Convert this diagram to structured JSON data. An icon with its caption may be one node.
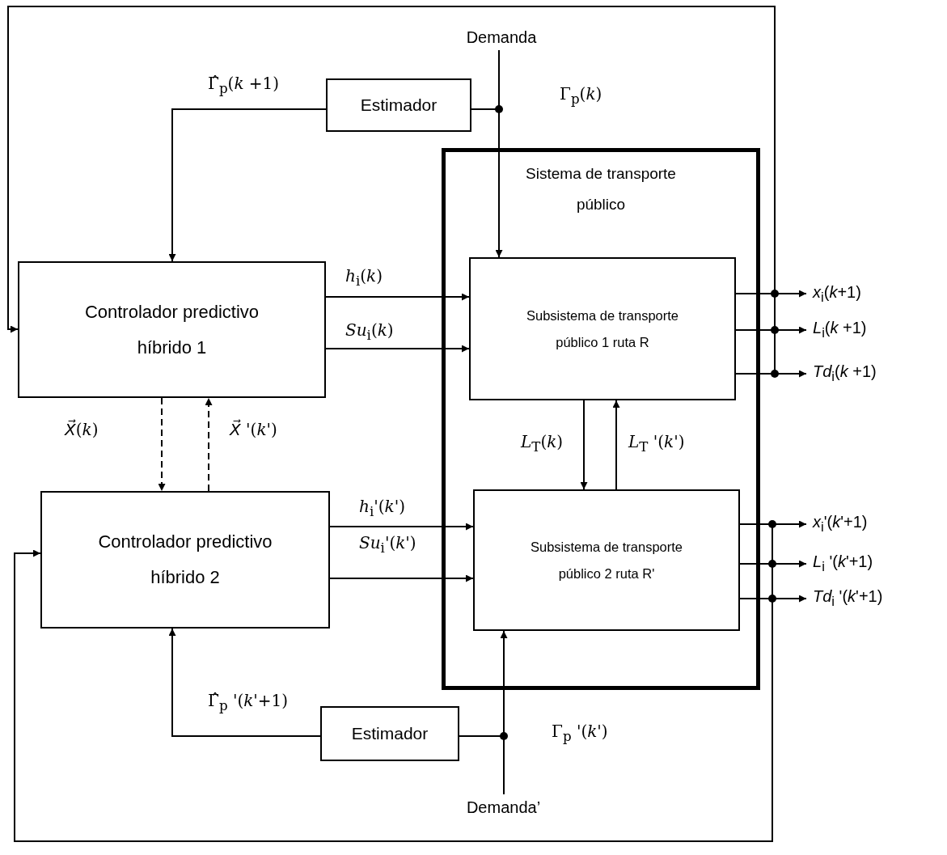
{
  "diagram": {
    "nodes": [
      {
        "text": [
          "Demanda"
        ]
      },
      {
        "text": [
          "Estimador"
        ]
      },
      {
        "text": [
          "Sistema de transporte público"
        ]
      },
      {
        "text": [
          "Controlador predictivo híbrido 1"
        ]
      },
      {
        "text": [
          "Subsistema de transporte público 1 ruta R"
        ],
        "in": 2
      },
      {
        "text": [
          "Controlador predictivo híbrido 2"
        ]
      },
      {
        "text": [
          "Subsistema de transporte público 2 ruta R'"
        ],
        "in": 2
      },
      {
        "text": [
          "Estimador"
        ]
      },
      {
        "text": [
          "Demanda’"
        ]
      },
      {
        "text": [
          "*x*$_{i}$(*k*+1)"
        ]
      },
      {
        "text": [
          "*L*$_{i}$(*k* +1)"
        ]
      },
      {
        "text": [
          "*Td*$_{i}$(*k* +1)"
        ]
      },
      {
        "text": [
          "*x*$_{i}$'(*k*'+1)"
        ]
      },
      {
        "text": [
          "*L*$_{i}$ '(*k*'+1)"
        ]
      },
      {
        "text": [
          "*Td*$_{i}$ '(*k*'+1)"
        ]
      }
    ],
    "edges": [
      {
        "from": 0,
        "to": 4,
        "arrow": "to",
        "label": "Γ$_{p}$(*k*)"
      },
      {
        "from": 0,
        "to": 1,
        "arrow": "none"
      },
      {
        "from": 1,
        "to": 3,
        "arrow": "to",
        "label": "Γ̂$_{p}$(*k* +1)"
      },
      {
        "from": 3,
        "to": 4,
        "arrow": "to",
        "label": "*h*$_{i}$(*k*)"
      },
      {
        "from": 3,
        "to": 4,
        "arrow": "to",
        "label": "*Su*$_{i}$(*k*)"
      },
      {
        "from": 4,
        "to": 9,
        "arrow": "to"
      },
      {
        "from": 4,
        "to": 10,
        "arrow": "to"
      },
      {
        "from": 4,
        "to": 11,
        "arrow": "to"
      },
      {
        "from": 4,
        "to": 3,
        "arrow": "to"
      },
      {
        "from": 4,
        "to": 6,
        "arrow": "to",
        "label": "*L*$_{T}$(*k*)"
      },
      {
        "from": 6,
        "to": 4,
        "arrow": "to",
        "label": "*L*$_{T}$ '(*k*')"
      },
      {
        "from": 3,
        "to": 5,
        "arrow": "to",
        "style": "dashed",
        "label": "*X⃗*(*k*)"
      },
      {
        "from": 5,
        "to": 3,
        "arrow": "to",
        "style": "dashed",
        "label": "*X⃗* '(*k*')"
      },
      {
        "from": 5,
        "to": 6,
        "arrow": "to",
        "label": "*h*$_{i}$'(*k*')"
      },
      {
        "from": 5,
        "to": 6,
        "arrow": "to",
        "label": "*Su*$_{i}$'(*k*')"
      },
      {
        "from": 6,
        "to": 12,
        "arrow": "to"
      },
      {
        "from": 6,
        "to": 13,
        "arrow": "to"
      },
      {
        "from": 6,
        "to": 14,
        "arrow": "to"
      },
      {
        "from": 6,
        "to": 5,
        "arrow": "to"
      },
      {
        "from": 8,
        "to": 6,
        "arrow": "to",
        "label": "Γ$_{p}$ '(*k*')"
      },
      {
        "from": 8,
        "to": 7,
        "arrow": "none"
      },
      {
        "from": 7,
        "to": 5,
        "arrow": "to",
        "label": "Γ̂$_{p}$ '(*k*'+1)"
      }
    ]
  }
}
